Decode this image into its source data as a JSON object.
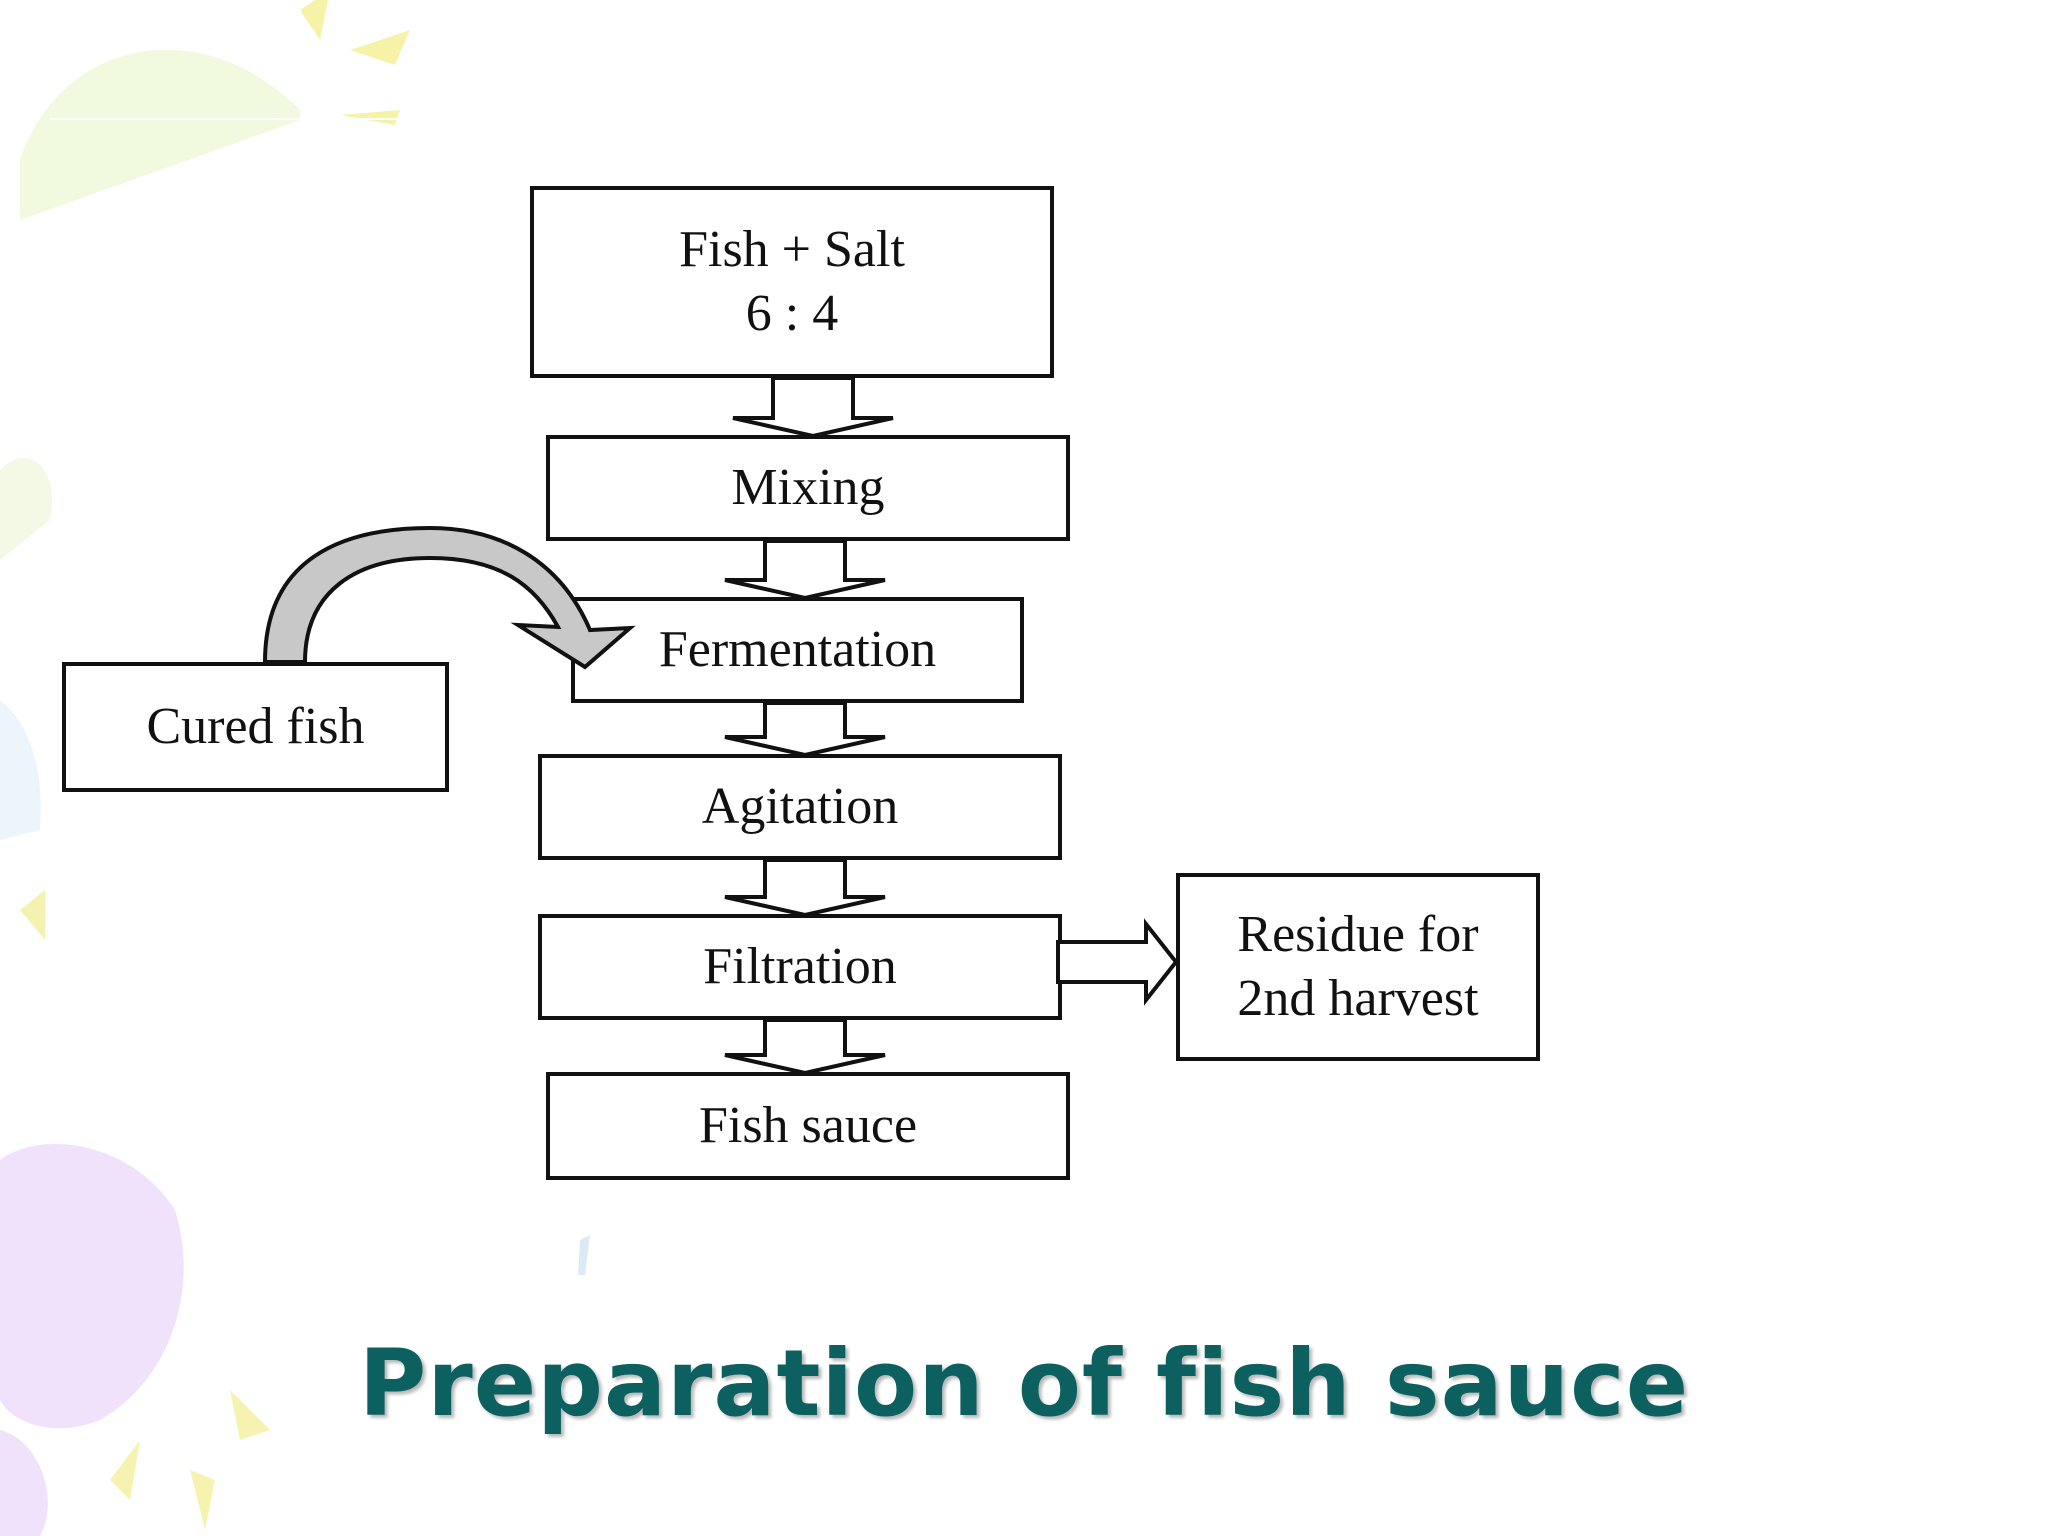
{
  "slide": {
    "title": "Preparation of fish sauce"
  },
  "diagram": {
    "nodes": {
      "fish_salt": {
        "line1": "Fish + Salt",
        "line2": "6 : 4"
      },
      "mixing": {
        "label": "Mixing"
      },
      "fermentation": {
        "label": "Fermentation"
      },
      "cured_fish": {
        "label": "Cured fish"
      },
      "agitation": {
        "label": "Agitation"
      },
      "filtration": {
        "label": "Filtration"
      },
      "residue": {
        "line1": "Residue for",
        "line2": "2nd harvest"
      },
      "fish_sauce": {
        "label": "Fish sauce"
      }
    },
    "edges": [
      {
        "from": "fish_salt",
        "to": "mixing"
      },
      {
        "from": "mixing",
        "to": "fermentation"
      },
      {
        "from": "cured_fish",
        "to": "fermentation"
      },
      {
        "from": "fermentation",
        "to": "agitation"
      },
      {
        "from": "agitation",
        "to": "filtration"
      },
      {
        "from": "filtration",
        "to": "residue"
      },
      {
        "from": "filtration",
        "to": "fish_sauce"
      }
    ]
  },
  "colors": {
    "title": "#0d6060",
    "outline": "#111111",
    "curved_arrow_fill": "#c8c8c8"
  }
}
